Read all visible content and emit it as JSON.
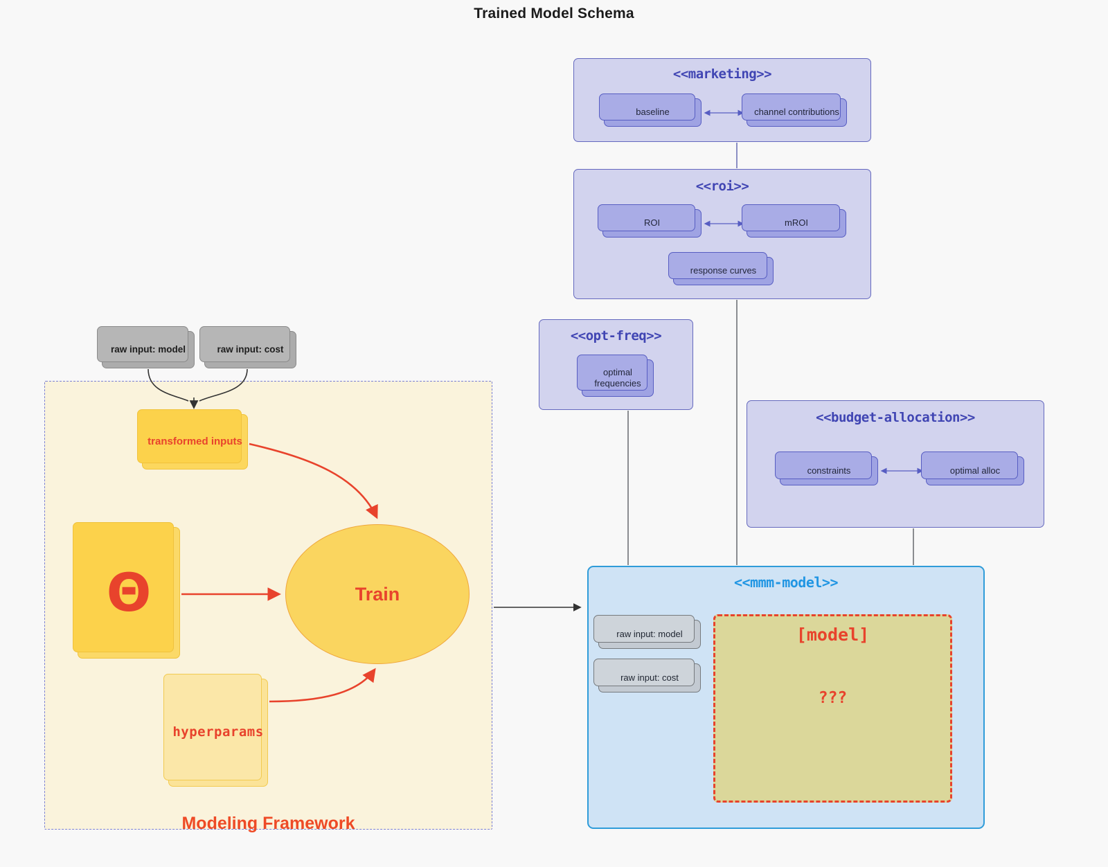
{
  "title": "Trained Model Schema",
  "colors": {
    "page_background": "#f8f8f8",
    "purple_group_fill": "#d2d3ee",
    "purple_border": "#6468be",
    "purple_node_fill": "#9fa3e3",
    "purple_title_text": "#4045b3",
    "blue_group_fill": "#cfe3f5",
    "blue_border": "#2f9cd9",
    "blue_title_text": "#2196e3",
    "gray_node_fill": "#acacac",
    "bluegray_node_fill": "#c3cad2",
    "yellow_node_fill": "#fcd75e",
    "yellow_node_border": "#f0c23c",
    "framework_fill": "#faf3dc",
    "framework_border": "#7b80d4",
    "khaki_model_fill": "#dbd79a",
    "red_accent": "#e8432c"
  },
  "groups": {
    "marketing": {
      "title": "<<marketing>>",
      "nodes": {
        "baseline": "baseline",
        "channel_contributions": "channel contributions"
      }
    },
    "roi": {
      "title": "<<roi>>",
      "nodes": {
        "roi": "ROI",
        "mroi": "mROI",
        "response_curves": "response curves"
      }
    },
    "opt_freq": {
      "title": "<<opt-freq>>",
      "nodes": {
        "optimal_frequencies": "optimal frequencies"
      }
    },
    "budget_allocation": {
      "title": "<<budget-allocation>>",
      "nodes": {
        "constraints": "constraints",
        "optimal_alloc": "optimal alloc"
      }
    },
    "mmm_model": {
      "title": "<<mmm-model>>",
      "nodes": {
        "raw_input_model": "raw input: model",
        "raw_input_cost": "raw input: cost"
      },
      "model_box": {
        "title": "[model]",
        "placeholder": "???"
      }
    }
  },
  "external_inputs": {
    "raw_input_model": "raw input: model",
    "raw_input_cost": "raw input: cost"
  },
  "framework": {
    "label": "Modeling Framework",
    "nodes": {
      "transformed_inputs": "transformed inputs",
      "theta": "Θ",
      "train": "Train",
      "hyperparams": "hyperparams"
    }
  }
}
